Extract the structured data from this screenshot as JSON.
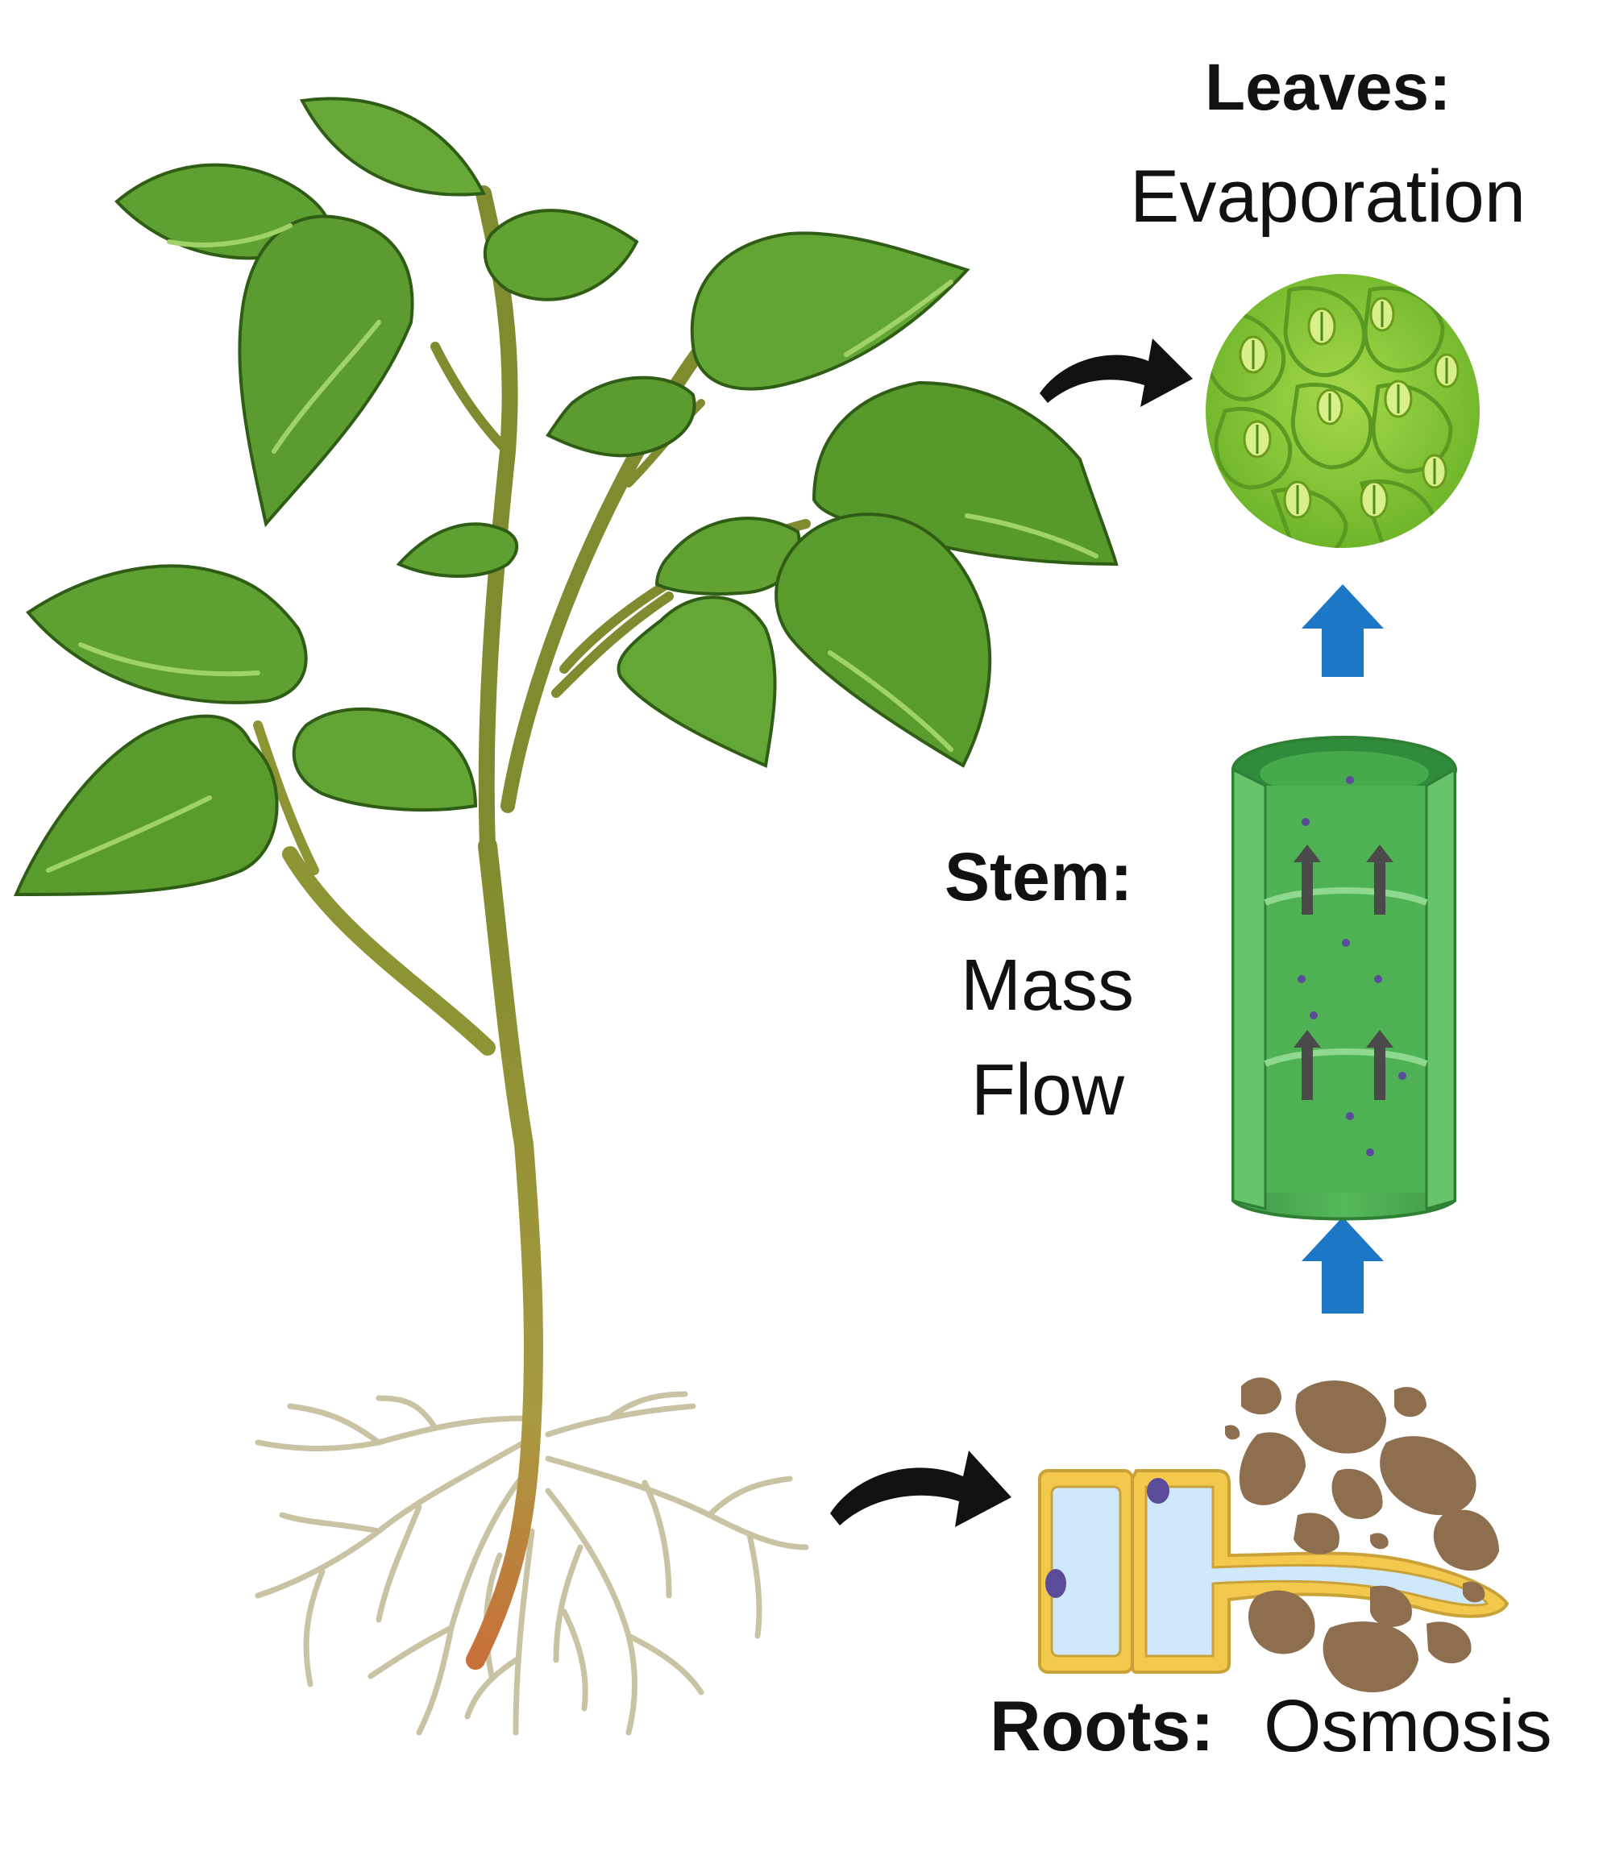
{
  "labels": {
    "leaves": {
      "title": "Leaves:",
      "process": "Evaporation"
    },
    "stem": {
      "title": "Stem:",
      "process_line1": "Mass",
      "process_line2": "Flow"
    },
    "roots": {
      "title": "Roots:",
      "process": "Osmosis"
    }
  },
  "colors": {
    "leaf": "#5fa032",
    "leaf_dark": "#2f5d16",
    "stem": "#9a9a3a",
    "root": "#c9c3a4",
    "xylem": "#4cb052",
    "flow_arrow": "#1c78c6",
    "curved_arrow": "#111111",
    "soil": "#8d6e4f",
    "cell_wall": "#f2c94c",
    "cell_fluid": "#cfe8fb"
  }
}
